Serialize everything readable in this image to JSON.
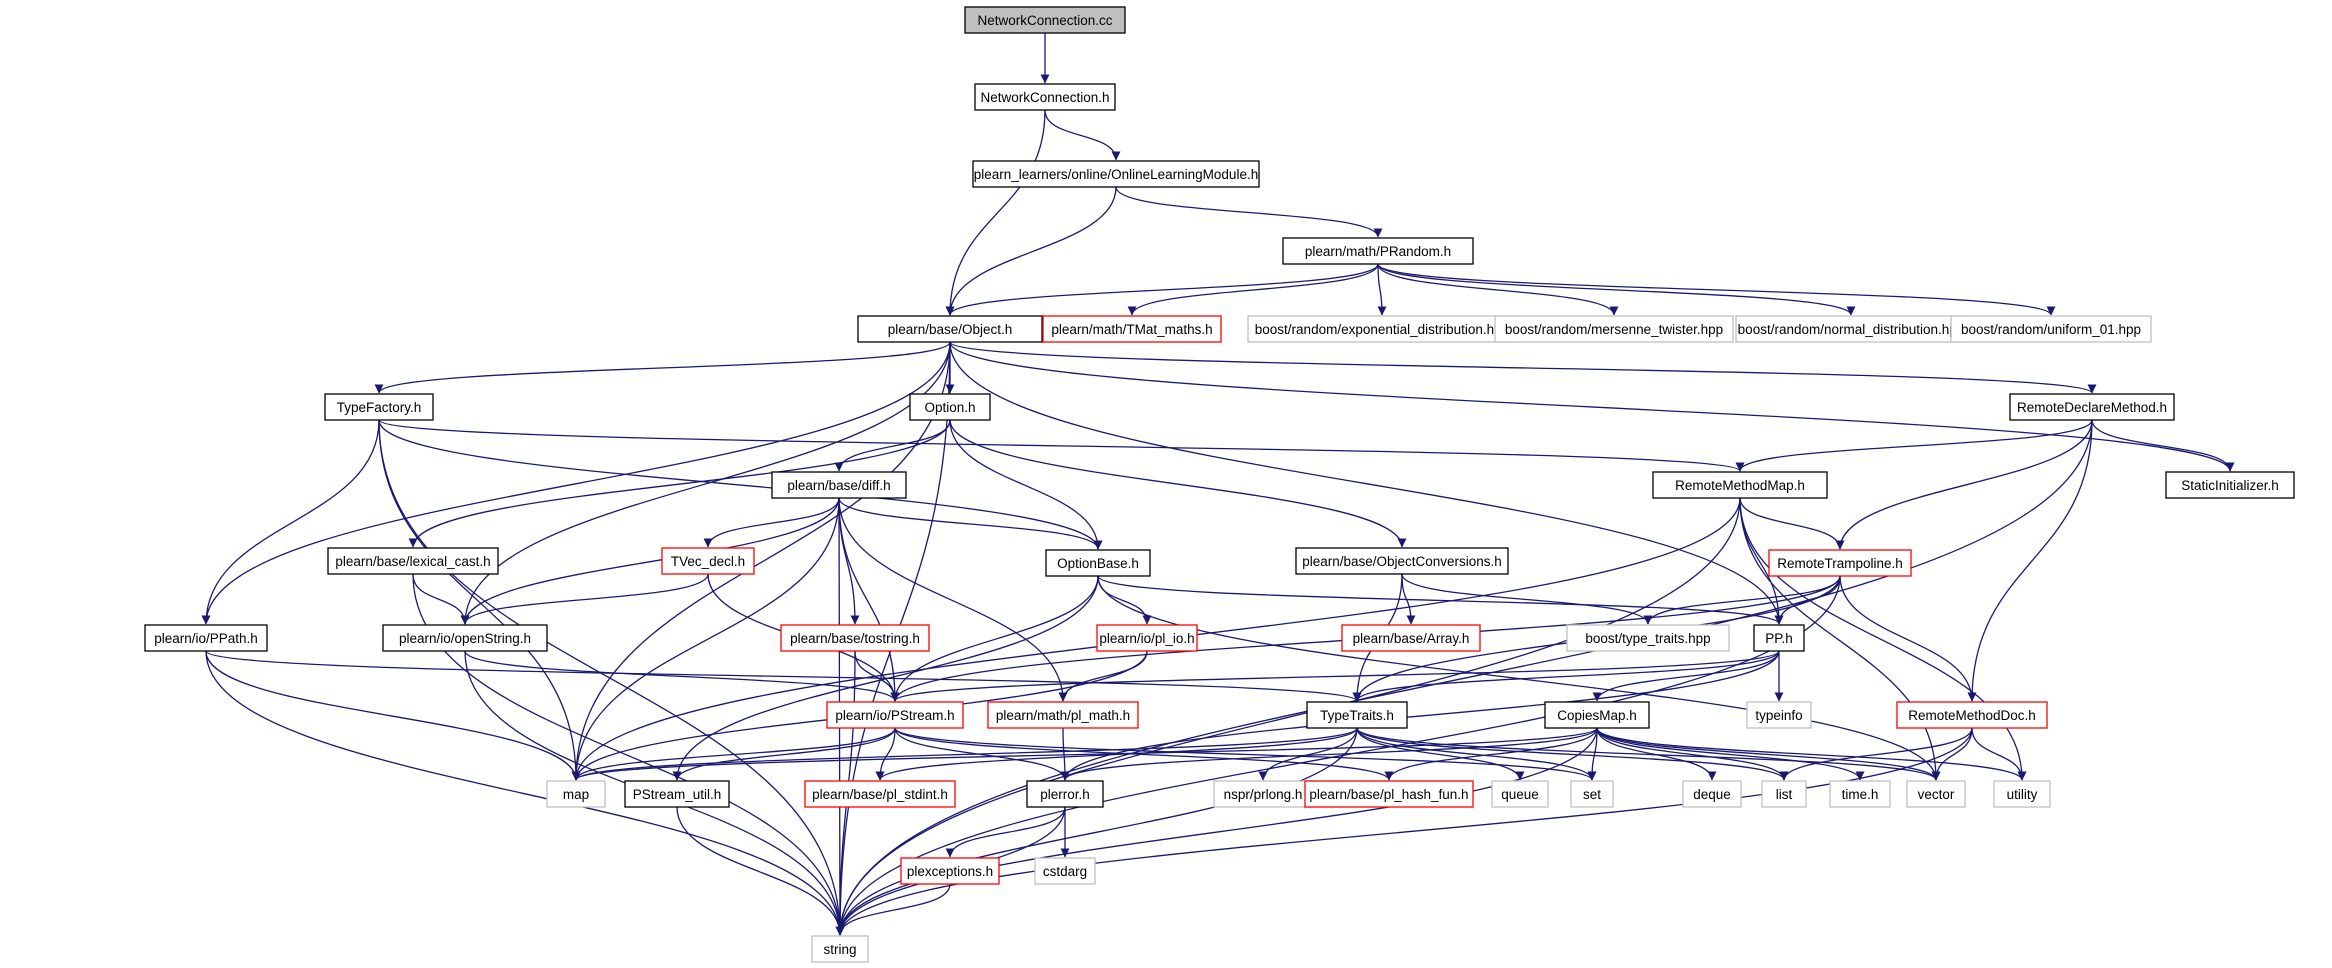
{
  "graph": {
    "colors": {
      "edge": "#191970",
      "box_normal": "#000000",
      "box_incomplete": "#ff0000",
      "box_external": "#bfbfbf",
      "root_fill": "#bfbfbf",
      "text": "#000000"
    },
    "nodes": [
      {
        "id": "nc_cc",
        "label": "NetworkConnection.cc",
        "kind": "root"
      },
      {
        "id": "nc_h",
        "label": "NetworkConnection.h",
        "kind": "normal"
      },
      {
        "id": "olm",
        "label": "plearn_learners/online/OnlineLearningModule.h",
        "kind": "normal"
      },
      {
        "id": "prandom",
        "label": "plearn/math/PRandom.h",
        "kind": "normal"
      },
      {
        "id": "object",
        "label": "plearn/base/Object.h",
        "kind": "normal"
      },
      {
        "id": "tmat",
        "label": "plearn/math/TMat_maths.h",
        "kind": "incomplete"
      },
      {
        "id": "bexp",
        "label": "boost/random/exponential_distribution.hpp",
        "kind": "external"
      },
      {
        "id": "bmt",
        "label": "boost/random/mersenne_twister.hpp",
        "kind": "external"
      },
      {
        "id": "bnorm",
        "label": "boost/random/normal_distribution.hpp",
        "kind": "external"
      },
      {
        "id": "buni",
        "label": "boost/random/uniform_01.hpp",
        "kind": "external"
      },
      {
        "id": "typefactory",
        "label": "TypeFactory.h",
        "kind": "normal"
      },
      {
        "id": "option",
        "label": "Option.h",
        "kind": "normal"
      },
      {
        "id": "rdm",
        "label": "RemoteDeclareMethod.h",
        "kind": "normal"
      },
      {
        "id": "statinit",
        "label": "StaticInitializer.h",
        "kind": "normal"
      },
      {
        "id": "diff",
        "label": "plearn/base/diff.h",
        "kind": "normal"
      },
      {
        "id": "rmm",
        "label": "RemoteMethodMap.h",
        "kind": "normal"
      },
      {
        "id": "lexcast",
        "label": "plearn/base/lexical_cast.h",
        "kind": "normal"
      },
      {
        "id": "tvec",
        "label": "TVec_decl.h",
        "kind": "incomplete"
      },
      {
        "id": "optbase",
        "label": "OptionBase.h",
        "kind": "normal"
      },
      {
        "id": "objconv",
        "label": "plearn/base/ObjectConversions.h",
        "kind": "normal"
      },
      {
        "id": "rtramp",
        "label": "RemoteTrampoline.h",
        "kind": "incomplete"
      },
      {
        "id": "ppath",
        "label": "plearn/io/PPath.h",
        "kind": "normal"
      },
      {
        "id": "openstr",
        "label": "plearn/io/openString.h",
        "kind": "normal"
      },
      {
        "id": "tostring",
        "label": "plearn/base/tostring.h",
        "kind": "incomplete"
      },
      {
        "id": "plio",
        "label": "plearn/io/pl_io.h",
        "kind": "incomplete"
      },
      {
        "id": "array",
        "label": "plearn/base/Array.h",
        "kind": "incomplete"
      },
      {
        "id": "btt",
        "label": "boost/type_traits.hpp",
        "kind": "external"
      },
      {
        "id": "pp",
        "label": "PP.h",
        "kind": "normal"
      },
      {
        "id": "pstream",
        "label": "plearn/io/PStream.h",
        "kind": "incomplete"
      },
      {
        "id": "plmath",
        "label": "plearn/math/pl_math.h",
        "kind": "incomplete"
      },
      {
        "id": "typetraits",
        "label": "TypeTraits.h",
        "kind": "normal"
      },
      {
        "id": "copiesmap",
        "label": "CopiesMap.h",
        "kind": "normal"
      },
      {
        "id": "typeinfo",
        "label": "typeinfo",
        "kind": "external"
      },
      {
        "id": "rmdoc",
        "label": "RemoteMethodDoc.h",
        "kind": "incomplete"
      },
      {
        "id": "map",
        "label": "map",
        "kind": "external"
      },
      {
        "id": "pstreamutil",
        "label": "PStream_util.h",
        "kind": "normal"
      },
      {
        "id": "stdint",
        "label": "plearn/base/pl_stdint.h",
        "kind": "incomplete"
      },
      {
        "id": "perror",
        "label": "plerror.h",
        "kind": "normal"
      },
      {
        "id": "prlong",
        "label": "nspr/prlong.h",
        "kind": "external"
      },
      {
        "id": "hashfun",
        "label": "plearn/base/pl_hash_fun.h",
        "kind": "incomplete"
      },
      {
        "id": "queue",
        "label": "queue",
        "kind": "external"
      },
      {
        "id": "set",
        "label": "set",
        "kind": "external"
      },
      {
        "id": "deque",
        "label": "deque",
        "kind": "external"
      },
      {
        "id": "list",
        "label": "list",
        "kind": "external"
      },
      {
        "id": "timeh",
        "label": "time.h",
        "kind": "external"
      },
      {
        "id": "vector",
        "label": "vector",
        "kind": "external"
      },
      {
        "id": "utility",
        "label": "utility",
        "kind": "external"
      },
      {
        "id": "plexc",
        "label": "plexceptions.h",
        "kind": "incomplete"
      },
      {
        "id": "cstdarg",
        "label": "cstdarg",
        "kind": "external"
      },
      {
        "id": "string",
        "label": "string",
        "kind": "external"
      }
    ],
    "edges": [
      [
        "nc_cc",
        "nc_h"
      ],
      [
        "nc_h",
        "olm"
      ],
      [
        "nc_h",
        "object"
      ],
      [
        "olm",
        "object"
      ],
      [
        "olm",
        "prandom"
      ],
      [
        "prandom",
        "object"
      ],
      [
        "prandom",
        "tmat"
      ],
      [
        "prandom",
        "bexp"
      ],
      [
        "prandom",
        "bmt"
      ],
      [
        "prandom",
        "bnorm"
      ],
      [
        "prandom",
        "buni"
      ],
      [
        "object",
        "typefactory"
      ],
      [
        "object",
        "option"
      ],
      [
        "object",
        "rdm"
      ],
      [
        "object",
        "statinit"
      ],
      [
        "object",
        "ppath"
      ],
      [
        "object",
        "openstr"
      ],
      [
        "object",
        "map"
      ],
      [
        "object",
        "string"
      ],
      [
        "object",
        "pp"
      ],
      [
        "typefactory",
        "rmm"
      ],
      [
        "typefactory",
        "optbase"
      ],
      [
        "typefactory",
        "ppath"
      ],
      [
        "typefactory",
        "map"
      ],
      [
        "typefactory",
        "string"
      ],
      [
        "option",
        "diff"
      ],
      [
        "option",
        "optbase"
      ],
      [
        "option",
        "lexcast"
      ],
      [
        "option",
        "objconv"
      ],
      [
        "rdm",
        "rmm"
      ],
      [
        "rdm",
        "rtramp"
      ],
      [
        "rdm",
        "rmdoc"
      ],
      [
        "rdm",
        "statinit"
      ],
      [
        "rdm",
        "string"
      ],
      [
        "diff",
        "optbase"
      ],
      [
        "diff",
        "tvec"
      ],
      [
        "diff",
        "openstr"
      ],
      [
        "diff",
        "tostring"
      ],
      [
        "diff",
        "pstream"
      ],
      [
        "diff",
        "plmath"
      ],
      [
        "diff",
        "map"
      ],
      [
        "diff",
        "string"
      ],
      [
        "rmm",
        "rtramp"
      ],
      [
        "rmm",
        "pp"
      ],
      [
        "rmm",
        "map"
      ],
      [
        "rmm",
        "string"
      ],
      [
        "rmm",
        "vector"
      ],
      [
        "rmm",
        "utility"
      ],
      [
        "lexcast",
        "openstr"
      ],
      [
        "lexcast",
        "string"
      ],
      [
        "tvec",
        "openstr"
      ],
      [
        "tvec",
        "pstream"
      ],
      [
        "optbase",
        "plio"
      ],
      [
        "optbase",
        "pstream"
      ],
      [
        "optbase",
        "pstreamutil"
      ],
      [
        "optbase",
        "pp"
      ],
      [
        "optbase",
        "vector"
      ],
      [
        "objconv",
        "typetraits"
      ],
      [
        "objconv",
        "array"
      ],
      [
        "objconv",
        "btt"
      ],
      [
        "rtramp",
        "pp"
      ],
      [
        "rtramp",
        "btt"
      ],
      [
        "rtramp",
        "rmdoc"
      ],
      [
        "rtramp",
        "typetraits"
      ],
      [
        "rtramp",
        "pstream"
      ],
      [
        "rtramp",
        "string"
      ],
      [
        "ppath",
        "typetraits"
      ],
      [
        "ppath",
        "map"
      ],
      [
        "ppath",
        "string"
      ],
      [
        "openstr",
        "pstream"
      ],
      [
        "openstr",
        "string"
      ],
      [
        "tostring",
        "pstream"
      ],
      [
        "tostring",
        "string"
      ],
      [
        "plio",
        "plmath"
      ],
      [
        "plio",
        "map"
      ],
      [
        "pp",
        "typetraits"
      ],
      [
        "pp",
        "copiesmap"
      ],
      [
        "pp",
        "typeinfo"
      ],
      [
        "pp",
        "pstream"
      ],
      [
        "pp",
        "perror"
      ],
      [
        "pstream",
        "map"
      ],
      [
        "pstream",
        "pstreamutil"
      ],
      [
        "pstream",
        "stdint"
      ],
      [
        "pstream",
        "perror"
      ],
      [
        "pstream",
        "hashfun"
      ],
      [
        "pstream",
        "set"
      ],
      [
        "plmath",
        "perror"
      ],
      [
        "typetraits",
        "map"
      ],
      [
        "typetraits",
        "stdint"
      ],
      [
        "typetraits",
        "prlong"
      ],
      [
        "typetraits",
        "queue"
      ],
      [
        "typetraits",
        "set"
      ],
      [
        "typetraits",
        "list"
      ],
      [
        "typetraits",
        "vector"
      ],
      [
        "typetraits",
        "string"
      ],
      [
        "copiesmap",
        "map"
      ],
      [
        "copiesmap",
        "perror"
      ],
      [
        "copiesmap",
        "hashfun"
      ],
      [
        "copiesmap",
        "set"
      ],
      [
        "copiesmap",
        "deque"
      ],
      [
        "copiesmap",
        "list"
      ],
      [
        "copiesmap",
        "timeh"
      ],
      [
        "copiesmap",
        "vector"
      ],
      [
        "copiesmap",
        "utility"
      ],
      [
        "copiesmap",
        "string"
      ],
      [
        "rmdoc",
        "list"
      ],
      [
        "rmdoc",
        "vector"
      ],
      [
        "rmdoc",
        "utility"
      ],
      [
        "rmdoc",
        "string"
      ],
      [
        "pstreamutil",
        "string"
      ],
      [
        "perror",
        "plexc"
      ],
      [
        "perror",
        "cstdarg"
      ],
      [
        "perror",
        "string"
      ],
      [
        "plexc",
        "string"
      ]
    ]
  }
}
